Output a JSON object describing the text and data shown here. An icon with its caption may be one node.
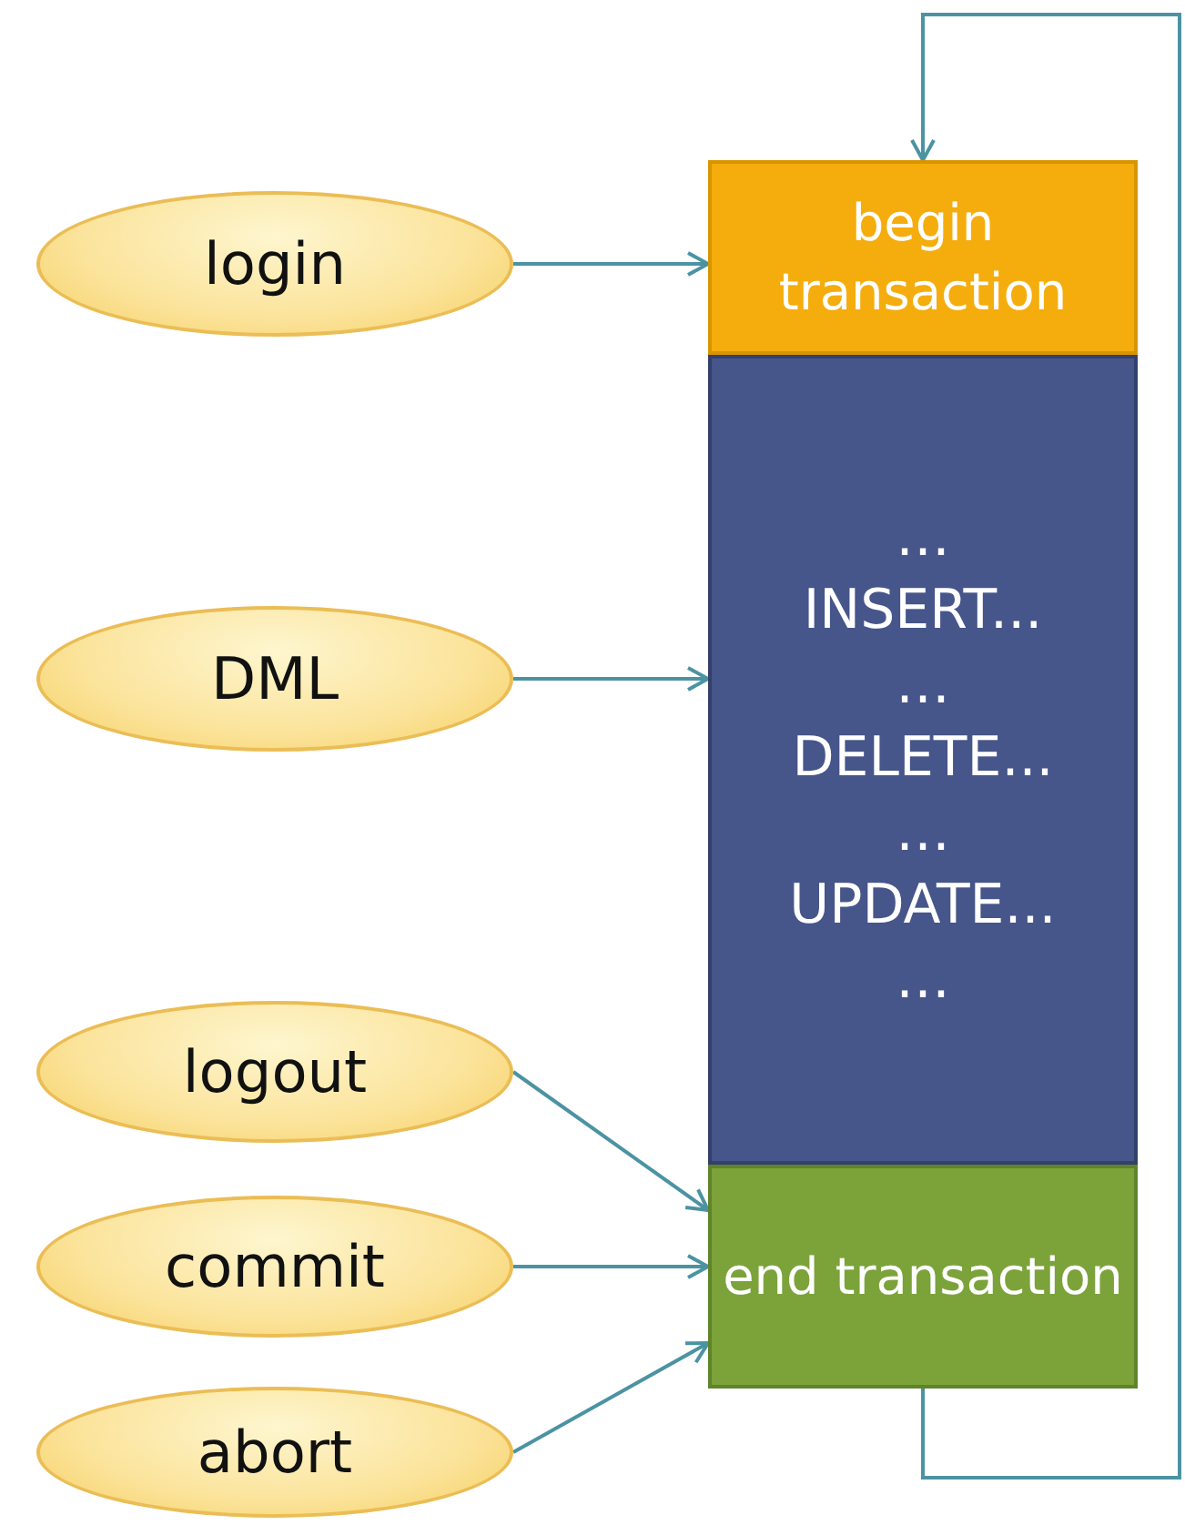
{
  "diagram": {
    "nodes": [
      {
        "text": [
          "login"
        ]
      },
      {
        "text": [
          "DML"
        ]
      },
      {
        "text": [
          "logout"
        ]
      },
      {
        "text": [
          "commit"
        ]
      },
      {
        "text": [
          "abort"
        ]
      },
      {
        "text": [
          "begin transaction"
        ]
      },
      {
        "text": [
          "…",
          "INSERT...",
          "…",
          "DELETE...",
          "…",
          "UPDATE...",
          "…"
        ]
      },
      {
        "text": [
          "end transaction"
        ]
      }
    ],
    "edges": [
      {
        "from": 0,
        "to": 5,
        "arrow": "to"
      },
      {
        "from": 1,
        "to": 6,
        "arrow": "to"
      },
      {
        "from": 2,
        "to": 7,
        "arrow": "to"
      },
      {
        "from": 3,
        "to": 7,
        "arrow": "to"
      },
      {
        "from": 4,
        "to": 7,
        "arrow": "to"
      },
      {
        "from": 7,
        "to": 5,
        "arrow": "to"
      }
    ]
  }
}
